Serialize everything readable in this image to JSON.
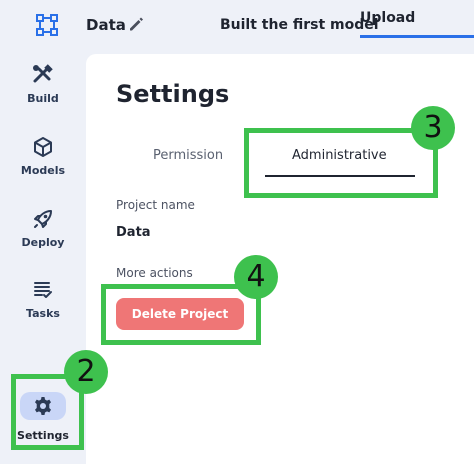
{
  "header": {
    "project_title": "Data",
    "model_title": "Built the first model",
    "upload_tab": "Upload"
  },
  "sidebar": {
    "items": [
      {
        "label": "Build",
        "icon": "tools-icon"
      },
      {
        "label": "Models",
        "icon": "cube-icon"
      },
      {
        "label": "Deploy",
        "icon": "rocket-icon"
      },
      {
        "label": "Tasks",
        "icon": "task-list-icon"
      },
      {
        "label": "Settings",
        "icon": "gear-icon",
        "active": true
      }
    ]
  },
  "main": {
    "title": "Settings",
    "tabs": [
      {
        "label": "Permission",
        "active": false
      },
      {
        "label": "Administrative",
        "active": true
      }
    ],
    "project_name_label": "Project name",
    "project_name_value": "Data",
    "more_actions_label": "More actions",
    "delete_button": "Delete Project"
  },
  "annotations": [
    {
      "number": "2"
    },
    {
      "number": "3"
    },
    {
      "number": "4"
    }
  ],
  "colors": {
    "background": "#eef1f8",
    "panel": "#ffffff",
    "accent": "#2a70e8",
    "active_nav": "#c9d6f7",
    "delete_button": "#ef7676",
    "annotation_green": "#3ec14e"
  }
}
